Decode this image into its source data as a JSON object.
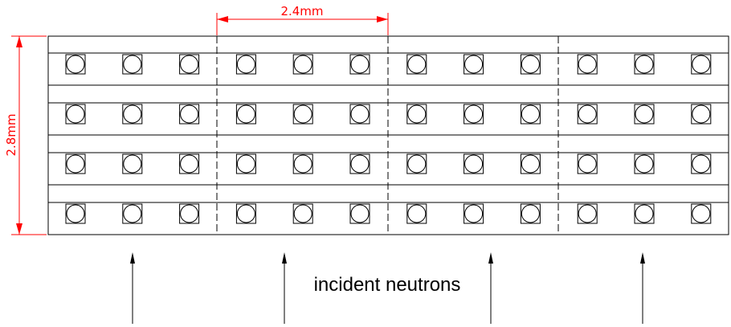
{
  "dimensions": {
    "width_label": "2.4mm",
    "height_label": "2.8mm",
    "color": "#ff0000"
  },
  "caption": "incident neutrons",
  "structure": {
    "rows": 4,
    "columns": 12,
    "modules": 4,
    "columns_per_module": 3
  },
  "colors": {
    "lines": "#000000",
    "dimension": "#ff0000"
  }
}
